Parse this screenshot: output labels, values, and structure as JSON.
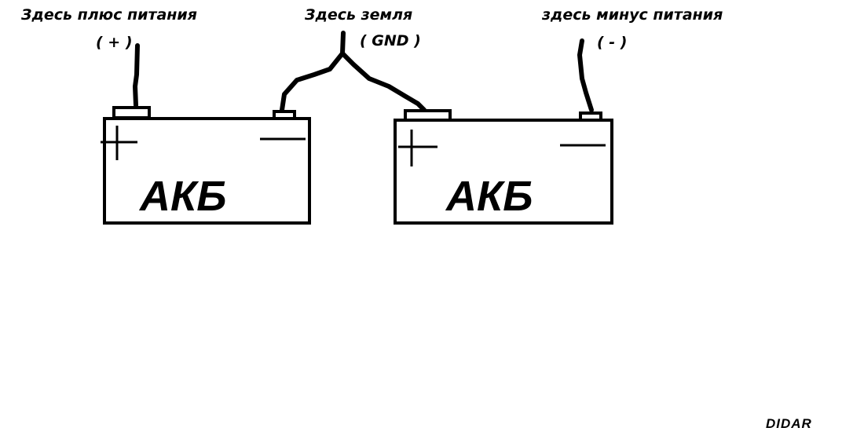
{
  "labels": {
    "plus_title": "Здесь плюс питания",
    "plus_symbol": "( + )",
    "ground_title": "Здесь земля",
    "ground_symbol": "( GND )",
    "minus_title": "здесь минус питания",
    "minus_symbol": "( - )"
  },
  "batteries": [
    {
      "label": "АКБ"
    },
    {
      "label": "АКБ"
    }
  ],
  "signature": "DIDAR",
  "colors": {
    "ink": "#000000",
    "background": "#ffffff"
  }
}
